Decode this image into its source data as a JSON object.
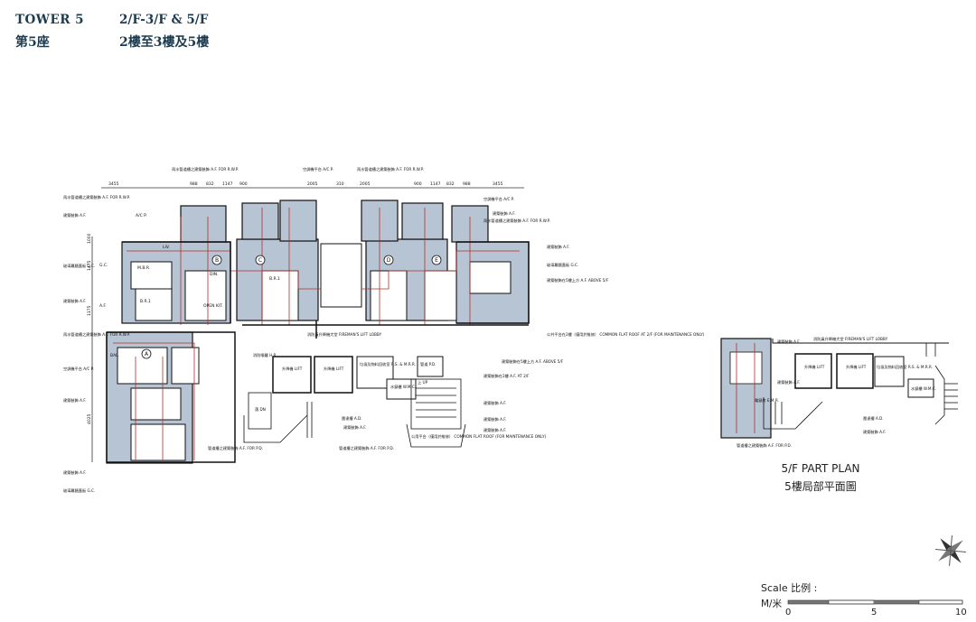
{
  "header": {
    "tower_en": "TOWER 5",
    "tower_zh": "第5座",
    "floors_en": "2/F-3/F & 5/F",
    "floors_zh": "2樓至3樓及5樓"
  },
  "main_plan": {
    "flat_labels": [
      "A",
      "B",
      "C",
      "D",
      "E"
    ],
    "dimensions_top": [
      "3455",
      "988",
      "832",
      "1147",
      "900",
      "2005",
      "310",
      "2005",
      "900",
      "1147",
      "832",
      "988",
      "3455"
    ],
    "dimensions_left": [
      "1000",
      "1475",
      "1175",
      "4025"
    ],
    "room_labels": [
      "BAL.",
      "LIV.",
      "DIN.",
      "M.B.R.",
      "B.R.1",
      "B.R.1",
      "OPEN KIT.",
      "A/C P.",
      "G.C.",
      "A.F."
    ],
    "annotations_left": [
      "雨水管道槽之建築裝飾 A.F. FOR R.W.P.",
      "建築裝飾 A.F.",
      "玻璃幕牆蓋板 G.C.",
      "建築裝飾 A.F.",
      "雨水管道槽之建築裝飾 A.F. FOR R.W.P.",
      "空調機平台 A/C P.",
      "建築裝飾 A.F.",
      "建築裝飾 A.F.",
      "玻璃幕牆蓋板 G.C."
    ],
    "annotations_top": [
      "雨水管道槽之建築裝飾 A.F. FOR R.W.P.",
      "空調機平台 A/C P.",
      "雨水管道槽之建築裝飾 A.F. FOR R.W.P."
    ],
    "annotations_right": [
      "空調機平台 A/C P.",
      "建築裝飾 A.F.",
      "雨水管道槽之建築裝飾 A.F. FOR R.W.P.",
      "建築裝飾 A.F.",
      "玻璃幕牆蓋板 G.C.",
      "建築裝飾在5樓上方 A.F. ABOVE 5/F",
      "公共平台在2樓（僅用於維修） COMMON FLAT ROOF AT 2/F (FOR MAINTENANCE ONLY)",
      "建築裝飾在5樓上方 A.F. ABOVE 5/F",
      "建築裝飾在2樓 A.F. AT 2/F",
      "建築裝飾 A.F.",
      "建築裝飾 A.F.",
      "建築裝飾 A.F."
    ],
    "annotations_bottom": [
      "管道槽之建築裝飾 A.F. FOR P.D.",
      "管道槽之建築裝飾 A.F. FOR P.D.",
      "公用平台（僅用於維修） COMMON FLAT ROOF (FOR MAINTENANCE ONLY)",
      "雷達槽 A.D.",
      "建築裝飾 A.F."
    ],
    "core_labels": {
      "lobby": "消防員升降機大堂 FIREMAN'S LIFT LOBBY",
      "lift1": "升降機 LIFT",
      "lift2": "升降機 LIFT",
      "refuse": "垃圾及物料回收室 R.S. & M.R.R.",
      "wmc": "水錶櫃 W.M.C.",
      "pd": "管道 P.D.",
      "hr": "消防喉轆 H.R.",
      "up": "上 UP",
      "dn": "落 DN"
    }
  },
  "part_plan": {
    "title_en": "5/F PART PLAN",
    "title_zh": "5樓局部平面圖",
    "labels": {
      "lobby": "消防員升降機大堂 FIREMAN'S LIFT LOBBY",
      "lift1": "升降機 LIFT",
      "lift2": "升降機 LIFT",
      "refuse": "垃圾及物料回收室 R.S. & M.R.R.",
      "wmc": "水錶櫃 W.M.C.",
      "emr": "電錶房 E.M.R.",
      "ad": "雷達槽 A.D.",
      "af1": "建築裝飾 A.F.",
      "af2": "建築裝飾 A.F.",
      "af3": "建築裝飾 A.F.",
      "pd": "管道槽之建築裝飾 A.F. FOR P.D."
    }
  },
  "scale": {
    "title": "Scale 比例 :",
    "unit": "M/米",
    "ticks": [
      "0",
      "5",
      "10"
    ]
  },
  "colors": {
    "header_text": "#1d3b4f",
    "room_fill": "#b7c4d4",
    "dimension_red": "#b0302a",
    "wall": "#111111"
  },
  "icons": [
    "north-arrow-icon"
  ]
}
